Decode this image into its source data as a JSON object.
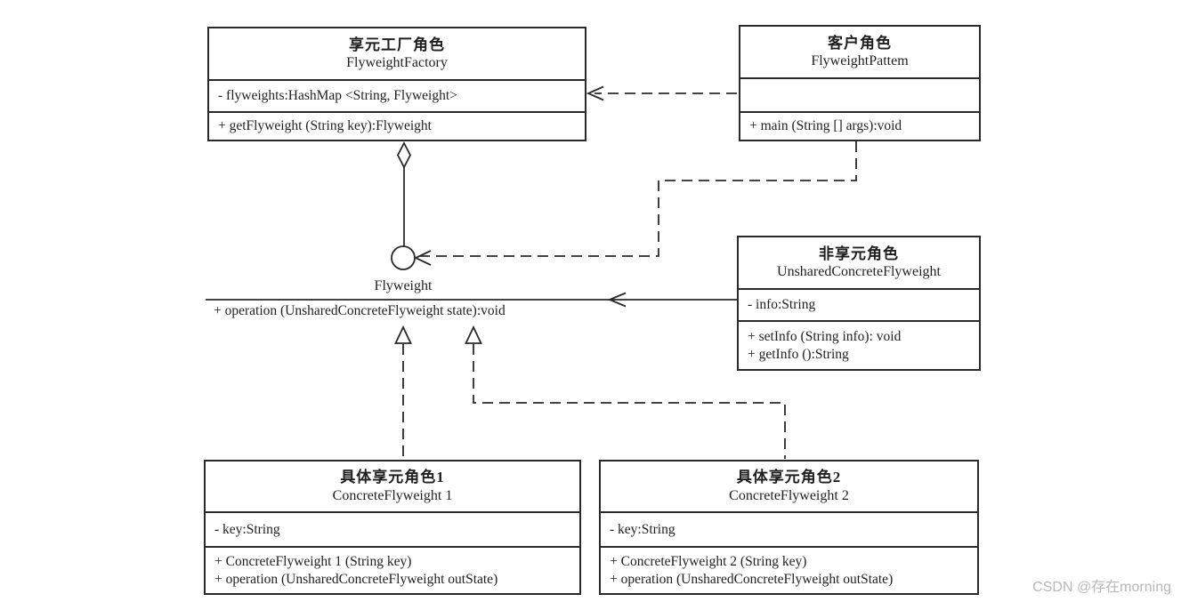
{
  "classes": {
    "factory": {
      "title_cn": "享元工厂角色",
      "title_en": "FlyweightFactory",
      "attributes": [
        "- flyweights:HashMap <String, Flyweight>"
      ],
      "methods": [
        "+ getFlyweight (String key):Flyweight"
      ]
    },
    "client": {
      "title_cn": "客户角色",
      "title_en": "FlyweightPattem",
      "attributes": [],
      "methods": [
        "+ main (String [] args):void"
      ]
    },
    "unshared": {
      "title_cn": "非享元角色",
      "title_en": "UnsharedConcreteFlyweight",
      "attributes": [
        "- info:String"
      ],
      "methods": [
        "+ setInfo (String info): void",
        "+ getInfo ():String"
      ]
    },
    "concrete1": {
      "title_cn": "具体享元角色1",
      "title_en": "ConcreteFlyweight 1",
      "attributes": [
        "- key:String"
      ],
      "methods": [
        "+ ConcreteFlyweight 1 (String key)",
        "+ operation (UnsharedConcreteFlyweight outState)"
      ]
    },
    "concrete2": {
      "title_cn": "具体享元角色2",
      "title_en": "ConcreteFlyweight 2",
      "attributes": [
        "- key:String"
      ],
      "methods": [
        "+ ConcreteFlyweight 2 (String key)",
        "+ operation (UnsharedConcreteFlyweight outState)"
      ]
    }
  },
  "interface": {
    "name": "Flyweight",
    "operation": "+ operation (UnsharedConcreteFlyweight state):void"
  },
  "watermark": "CSDN @存在morning",
  "colors": {
    "line": "#2a2a2a",
    "background": "#ffffff",
    "watermark": "#b7b7b7"
  }
}
